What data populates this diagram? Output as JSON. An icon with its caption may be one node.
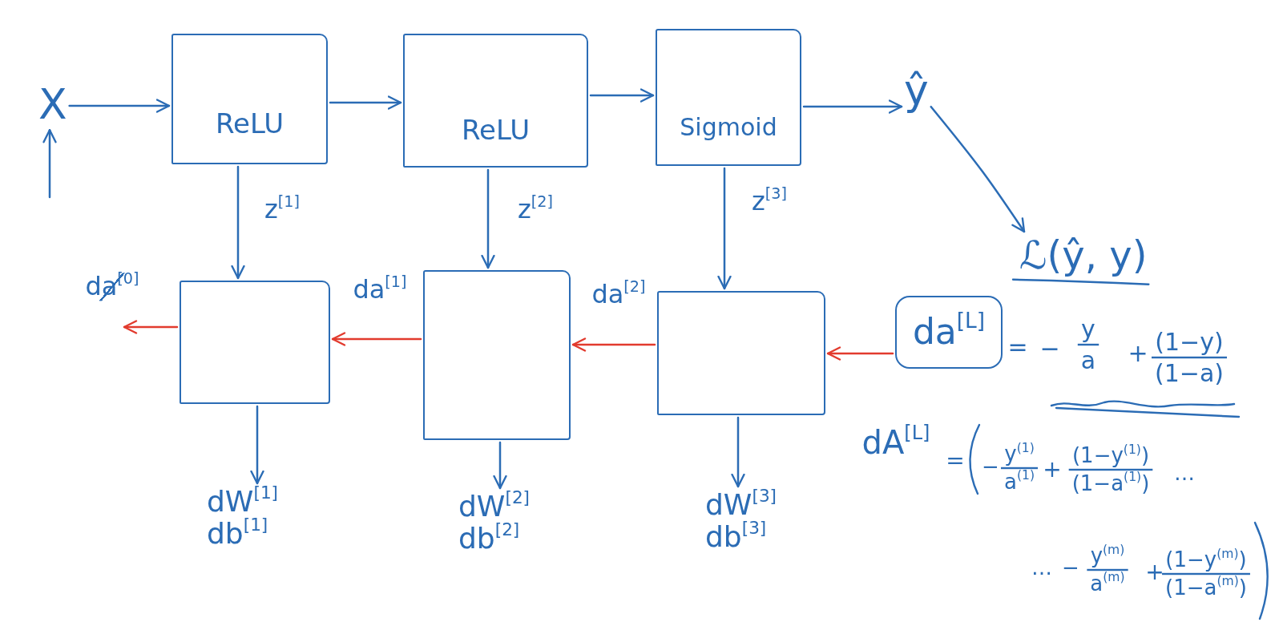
{
  "diagram": {
    "nodes": [
      {
        "text": [
          "X"
        ]
      },
      {
        "text": [
          "ReLU"
        ]
      },
      {
        "text": [
          "ReLU"
        ]
      },
      {
        "text": [
          "Sigmoid"
        ]
      },
      {
        "text": [
          "ŷ"
        ]
      },
      {
        "text": [
          "ℒ(ŷ, y)"
        ]
      },
      {
        "text": [],
        "shape": "box"
      },
      {
        "text": [],
        "shape": "box"
      },
      {
        "text": [],
        "shape": "box"
      },
      {
        "text": [
          "da$^{[L]}$"
        ]
      },
      {
        "text": [
          "dW$^{[1]}$",
          "db$^{[1]}$"
        ]
      },
      {
        "text": [
          "dW$^{[2]}$",
          "db$^{[2]}$"
        ]
      },
      {
        "text": [
          "dW$^{[3]}$",
          "db$^{[3]}$"
        ]
      }
    ],
    "edges": [
      {
        "from": 0,
        "to": 1,
        "arrow": "to"
      },
      {
        "from": null,
        "to": 0,
        "arrow": "to"
      },
      {
        "from": 1,
        "to": 2,
        "arrow": "to"
      },
      {
        "from": 2,
        "to": 3,
        "arrow": "to"
      },
      {
        "from": 3,
        "to": 4,
        "arrow": "to"
      },
      {
        "from": 4,
        "to": 5,
        "arrow": "to"
      },
      {
        "from": 1,
        "to": 6,
        "arrow": "to",
        "label": "z$^{[1]}$"
      },
      {
        "from": 2,
        "to": 7,
        "arrow": "to",
        "label": "z$^{[2]}$"
      },
      {
        "from": 3,
        "to": 8,
        "arrow": "to",
        "label": "z$^{[3]}$"
      },
      {
        "from": 9,
        "to": 8,
        "arrow": "to",
        "color": "#e23b2e"
      },
      {
        "from": 8,
        "to": 7,
        "arrow": "to",
        "label": "da$^{[2]}$",
        "color": "#e23b2e"
      },
      {
        "from": 7,
        "to": 6,
        "arrow": "to",
        "label": "da$^{[1]}$",
        "color": "#e23b2e"
      },
      {
        "from": 6,
        "to": null,
        "arrow": "to",
        "label": "da$^{[0]}$",
        "color": "#e23b2e"
      },
      {
        "from": 6,
        "to": 10,
        "arrow": "to"
      },
      {
        "from": 7,
        "to": 11,
        "arrow": "to"
      },
      {
        "from": 8,
        "to": 12,
        "arrow": "to"
      }
    ],
    "labels": [
      "=",
      "−",
      "y",
      "a",
      "+",
      "(1−y)",
      "(1−a)",
      "dA$^{[L]}$",
      "=",
      "−",
      "y$^{(1)}$",
      "a$^{(1)}$",
      "+",
      "(1−y$^{(1)}$)",
      "(1−a$^{(1)}$)",
      "…",
      "…",
      "−",
      "y$^{(m)}$",
      "a$^{(m)}$",
      "+",
      "(1−y$^{(m)}$)",
      "(1−a$^{(m)}$)"
    ]
  }
}
